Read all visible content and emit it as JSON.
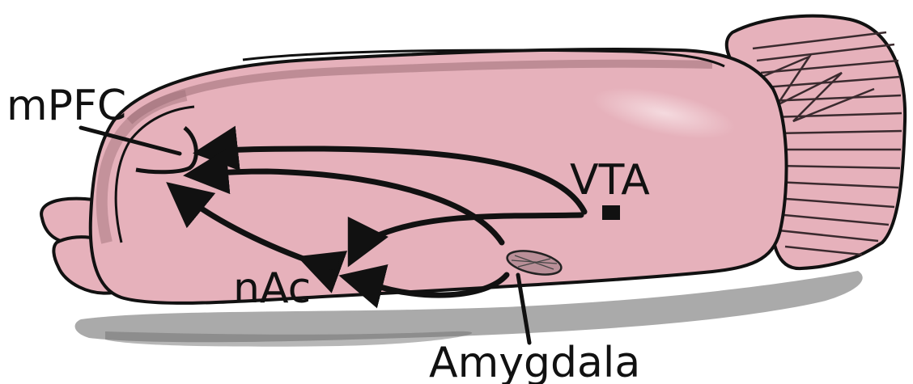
{
  "labels": {
    "mpfc": "mPFC",
    "vta": "VTA",
    "nac": "nAc",
    "amygdala": "Amygdala"
  },
  "colors": {
    "brain_fill": "#e6b1bb",
    "brain_light": "#edc4cc",
    "brain_dark": "#9c6d76",
    "shadow": "#8d8d8d",
    "ink": "#111111"
  }
}
